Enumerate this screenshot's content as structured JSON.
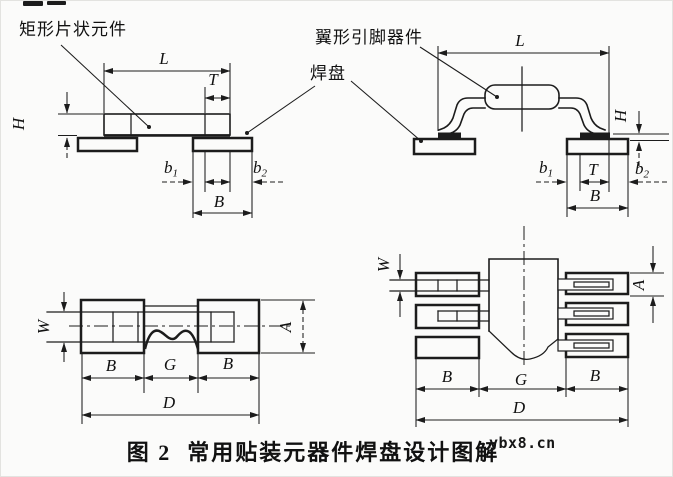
{
  "figure": {
    "caption_prefix": "图 2",
    "caption_title": "常用贴装元器件焊盘设计图解",
    "watermark": "ybx8.cn"
  },
  "labels": {
    "chip_component": "矩形片状元件",
    "gullwing_component": "翼形引脚器件",
    "pad": "焊盘"
  },
  "dims": {
    "L": "L",
    "T": "T",
    "H": "H",
    "B": "B",
    "G": "G",
    "D": "D",
    "W": "W",
    "A": "A",
    "b_base": "b",
    "b1_sub": "1",
    "b2_sub": "2"
  },
  "colors": {
    "line": "#1c1c1c",
    "background": "#fbfbfa",
    "text": "#111111",
    "watermark": "#161616"
  }
}
